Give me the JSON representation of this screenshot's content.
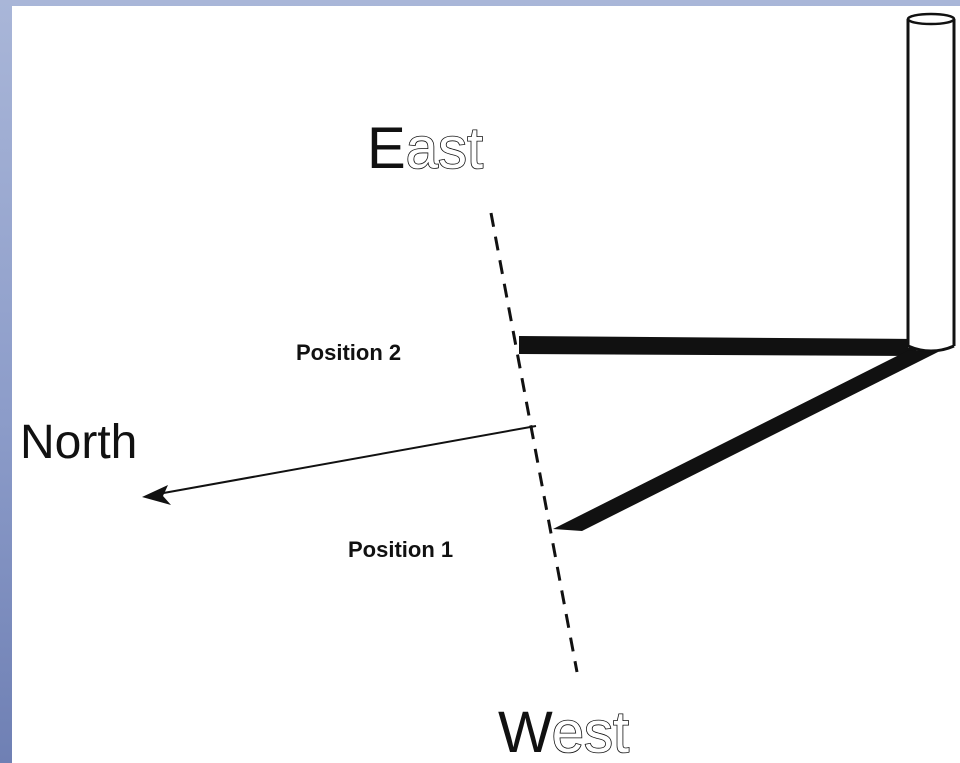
{
  "labels": {
    "east_first": "E",
    "east_rest": "ast",
    "west_first": "W",
    "west_rest": "est",
    "north": "North",
    "position_2": "Position 2",
    "position_1": "Position 1"
  },
  "colors": {
    "background_gradient_top": "#a9b6d8",
    "background_gradient_bottom": "#6f80b4",
    "canvas": "#ffffff",
    "ink": "#111111"
  }
}
